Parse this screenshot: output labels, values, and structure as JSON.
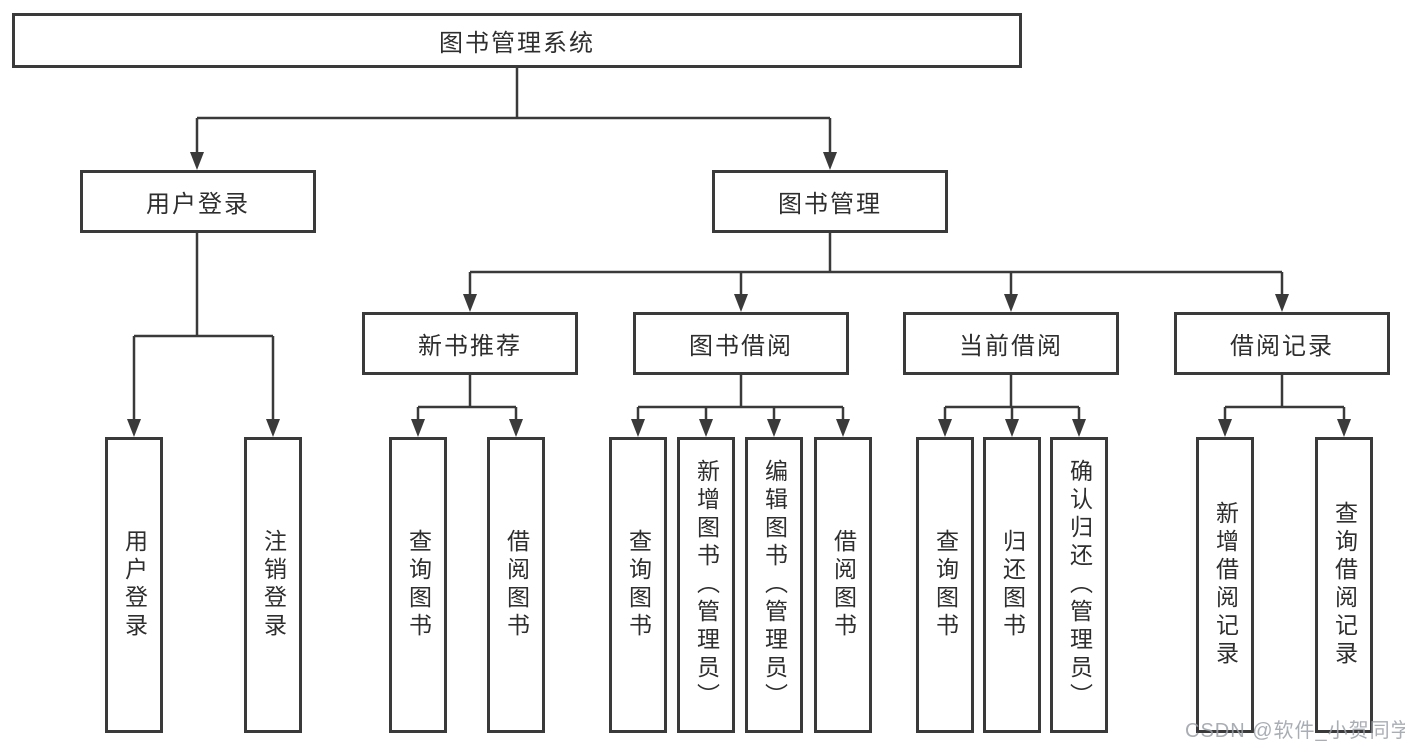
{
  "tree": {
    "root": {
      "label": "图书管理系统"
    },
    "branches": {
      "user_login": {
        "label": "用户登录",
        "children": {
          "user_login": "用户登录",
          "logout": "注销登录"
        }
      },
      "book_management": {
        "label": "图书管理",
        "children": {
          "new_book_recommend": {
            "label": "新书推荐",
            "children": {
              "search_books": "查询图书",
              "borrow_books": "借阅图书"
            }
          },
          "book_borrowing": {
            "label": "图书借阅",
            "children": {
              "search_books": "查询图书",
              "add_books_admin": "新增图书（管理员）",
              "edit_books_admin": "编辑图书（管理员）",
              "borrow_books": "借阅图书"
            }
          },
          "current_borrowing": {
            "label": "当前借阅",
            "children": {
              "search_books": "查询图书",
              "return_books": "归还图书",
              "confirm_return_admin": "确认归还（管理员）"
            }
          },
          "borrowing_records": {
            "label": "借阅记录",
            "children": {
              "add_record": "新增借阅记录",
              "search_record": "查询借阅记录"
            }
          }
        }
      }
    }
  },
  "watermark": {
    "text": "CSDN @软件_小贺同学"
  },
  "colors": {
    "line": "#3a3a3a",
    "box_border": "#3a3a3a",
    "text": "#2e2e2e",
    "background": "#ffffff",
    "watermark": "#9aa0a8"
  }
}
